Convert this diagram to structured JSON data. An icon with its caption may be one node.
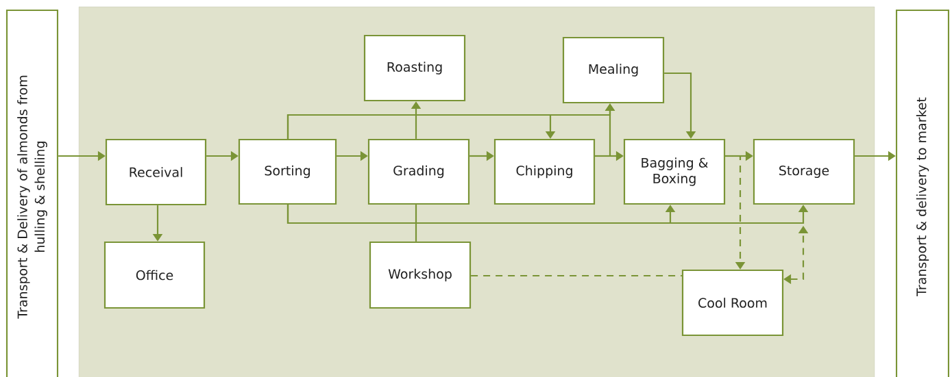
{
  "diagram": {
    "nodes": [
      {
        "text": [
          "Transport & Delivery of almonds from hulling & shelling"
        ]
      },
      {
        "text": [
          "Receival"
        ]
      },
      {
        "text": [
          "Sorting"
        ]
      },
      {
        "text": [
          "Grading"
        ]
      },
      {
        "text": [
          "Chipping"
        ]
      },
      {
        "text": [
          "Bagging & Boxing"
        ]
      },
      {
        "text": [
          "Storage"
        ]
      },
      {
        "text": [
          "Roasting"
        ]
      },
      {
        "text": [
          "Mealing"
        ]
      },
      {
        "text": [
          "Office"
        ]
      },
      {
        "text": [
          "Workshop"
        ]
      },
      {
        "text": [
          "Cool Room"
        ]
      },
      {
        "text": [
          "Transport & delivery to market"
        ]
      }
    ],
    "edges": [
      {
        "from": 0,
        "to": 1,
        "arrow": "to"
      },
      {
        "from": 1,
        "to": 2,
        "arrow": "to"
      },
      {
        "from": 2,
        "to": 3,
        "arrow": "to"
      },
      {
        "from": 3,
        "to": 4,
        "arrow": "to"
      },
      {
        "from": 4,
        "to": 5,
        "arrow": "to"
      },
      {
        "from": 5,
        "to": 6,
        "arrow": "to"
      },
      {
        "from": 6,
        "to": 12,
        "arrow": "to"
      },
      {
        "from": 1,
        "to": 9,
        "arrow": "to"
      },
      {
        "from": 3,
        "to": 7,
        "arrow": "to"
      },
      {
        "from": 2,
        "to": 4,
        "arrow": "to"
      },
      {
        "from": 2,
        "to": 8,
        "arrow": "to"
      },
      {
        "from": 4,
        "to": 8,
        "arrow": "to"
      },
      {
        "from": 8,
        "to": 5,
        "arrow": "to"
      },
      {
        "from": 2,
        "to": 5,
        "arrow": "to"
      },
      {
        "from": 2,
        "to": 6,
        "arrow": "to"
      },
      {
        "from": 3,
        "to": 10,
        "arrow": "none"
      },
      {
        "from": 5,
        "to": 11,
        "arrow": "to",
        "style": "dashed"
      },
      {
        "from": 11,
        "to": null,
        "arrow": "both",
        "style": "dashed"
      },
      {
        "from": 10,
        "to": 11,
        "arrow": "none",
        "style": "dashed"
      }
    ]
  }
}
